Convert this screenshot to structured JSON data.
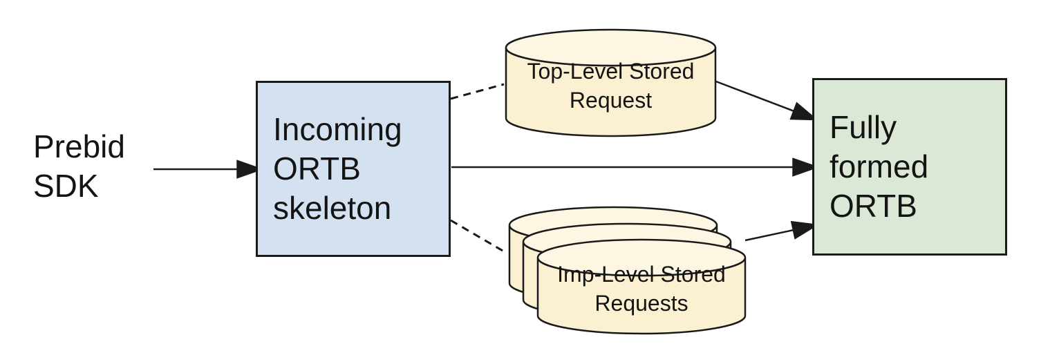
{
  "colors": {
    "stroke_color": "#1a1a1a",
    "text_color": "#141414",
    "box_blue": "#d4e1f1",
    "box_green": "#dbe8d5",
    "cyl_body": "#fbf0d2",
    "cyl_top": "#fdf6e3",
    "canvas_bg": "#ffffff"
  },
  "nodes": {
    "prebid_sdk": {
      "type": "text",
      "label": "Prebid\nSDK"
    },
    "incoming_ortb": {
      "type": "box",
      "fill": "#d4e1f1",
      "label": "Incoming\nORTB\nskeleton"
    },
    "top_level_stored_request": {
      "type": "cylinder",
      "fill": "#fbf0d2",
      "label": "Top-Level Stored\nRequest"
    },
    "imp_level_stored_requests": {
      "type": "cylinder-stack",
      "stack_count": 3,
      "fill": "#fbf0d2",
      "label": "Imp-Level Stored\nRequests"
    },
    "fully_formed_ortb": {
      "type": "box",
      "fill": "#dbe8d5",
      "label": "Fully\nformed\nORTB"
    }
  },
  "edges": [
    {
      "from": "prebid_sdk",
      "to": "incoming_ortb",
      "style": "solid",
      "arrow": true
    },
    {
      "from": "incoming_ortb",
      "to": "top_level_stored_request",
      "style": "dashed",
      "arrow": false
    },
    {
      "from": "incoming_ortb",
      "to": "imp_level_stored_requests",
      "style": "dashed",
      "arrow": false
    },
    {
      "from": "incoming_ortb",
      "to": "fully_formed_ortb",
      "style": "solid",
      "arrow": true
    },
    {
      "from": "top_level_stored_request",
      "to": "fully_formed_ortb",
      "style": "solid",
      "arrow": true
    },
    {
      "from": "imp_level_stored_requests",
      "to": "fully_formed_ortb",
      "style": "solid",
      "arrow": true
    }
  ]
}
